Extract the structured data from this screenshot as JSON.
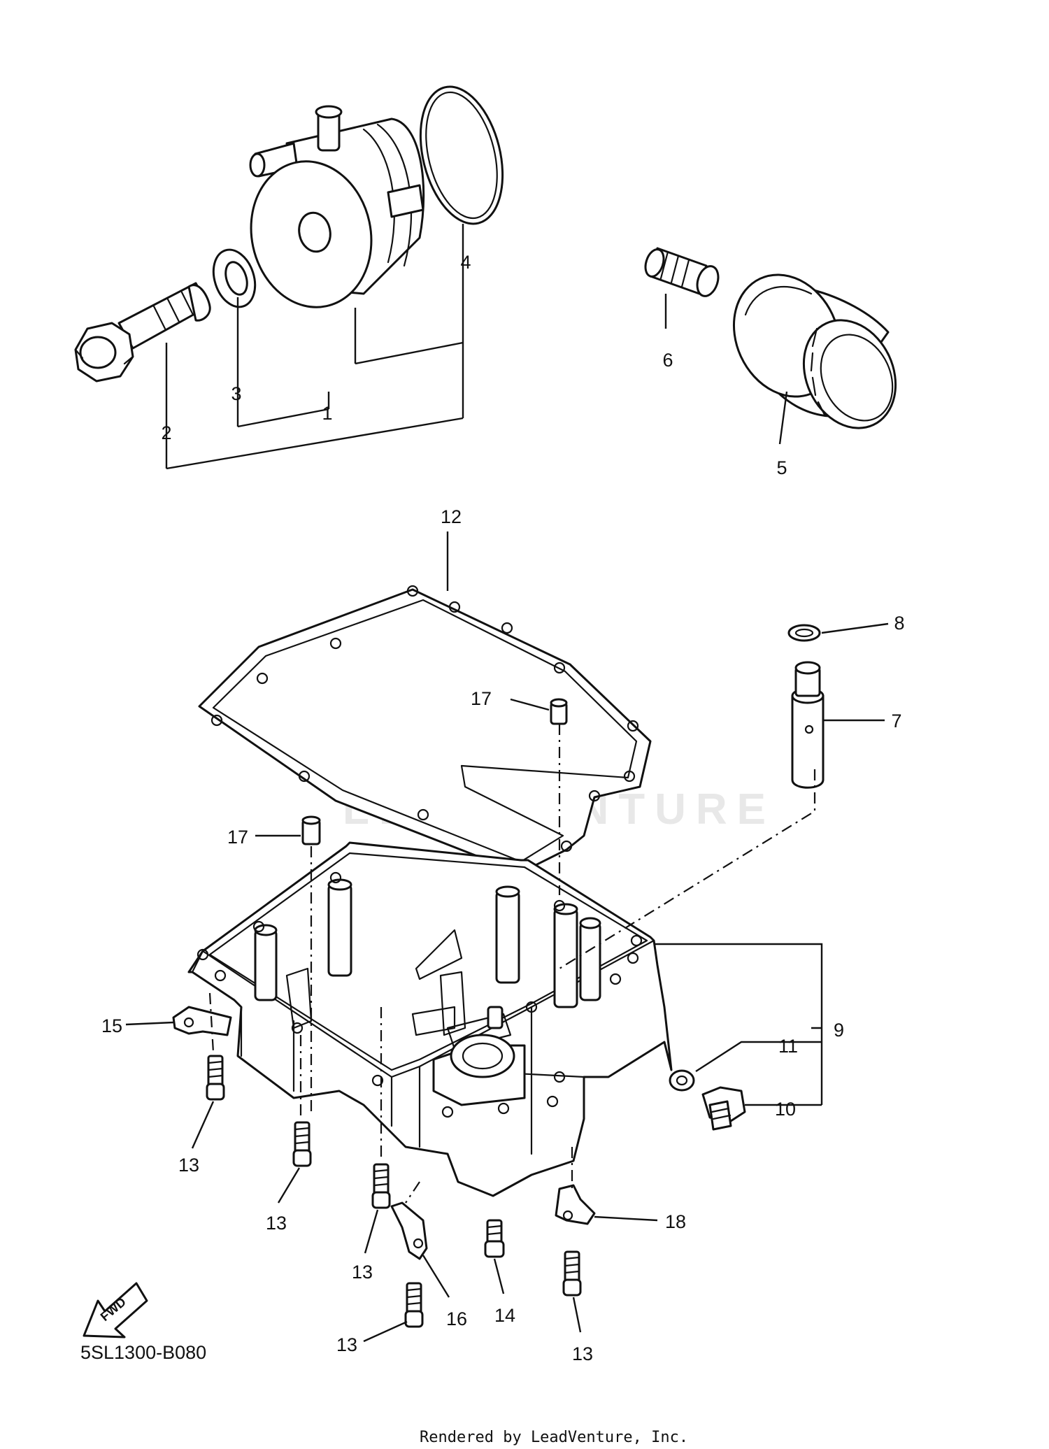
{
  "diagram": {
    "code": "5SL1300-B080",
    "credit": "Rendered by LeadVenture, Inc.",
    "watermark": "LEADVENTURE",
    "fwd_label": "FWD",
    "callouts": [
      "1",
      "2",
      "3",
      "4",
      "5",
      "6",
      "7",
      "8",
      "9",
      "10",
      "11",
      "12",
      "13",
      "14",
      "15",
      "16",
      "17",
      "18"
    ]
  }
}
